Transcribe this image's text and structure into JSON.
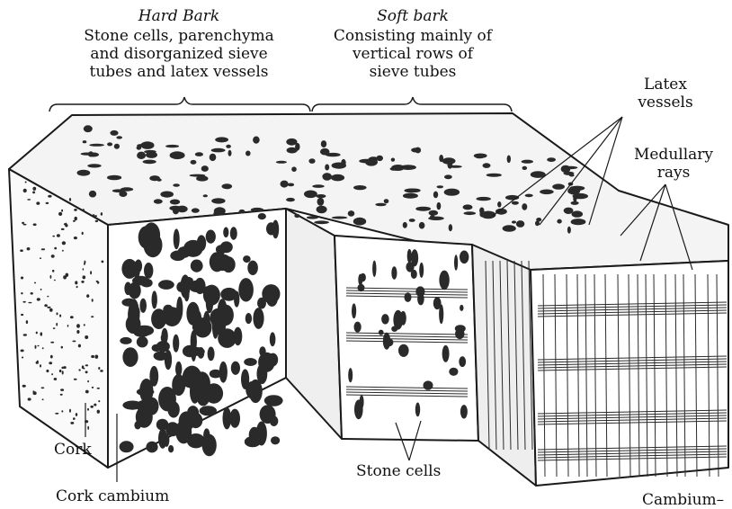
{
  "diagram": {
    "hard_bark": {
      "title": "Hard Bark",
      "lines": [
        "Stone cells, parenchyma",
        "and disorganized sieve",
        "tubes and latex vessels"
      ]
    },
    "soft_bark": {
      "title": "Soft bark",
      "lines": [
        "Consisting mainly of",
        "vertical rows of",
        "sieve tubes"
      ]
    },
    "labels": {
      "latex_vessels": [
        "Latex",
        "vessels"
      ],
      "medullary_rays": [
        "Medullary",
        "rays"
      ],
      "cork": "Cork",
      "cork_cambium": "Cork cambium",
      "stone_cells": "Stone cells",
      "cambium": "Cambium–"
    },
    "colors": {
      "ink": "#1a1a1a",
      "paper": "#ffffff",
      "cell": "#2a2a2a"
    }
  }
}
